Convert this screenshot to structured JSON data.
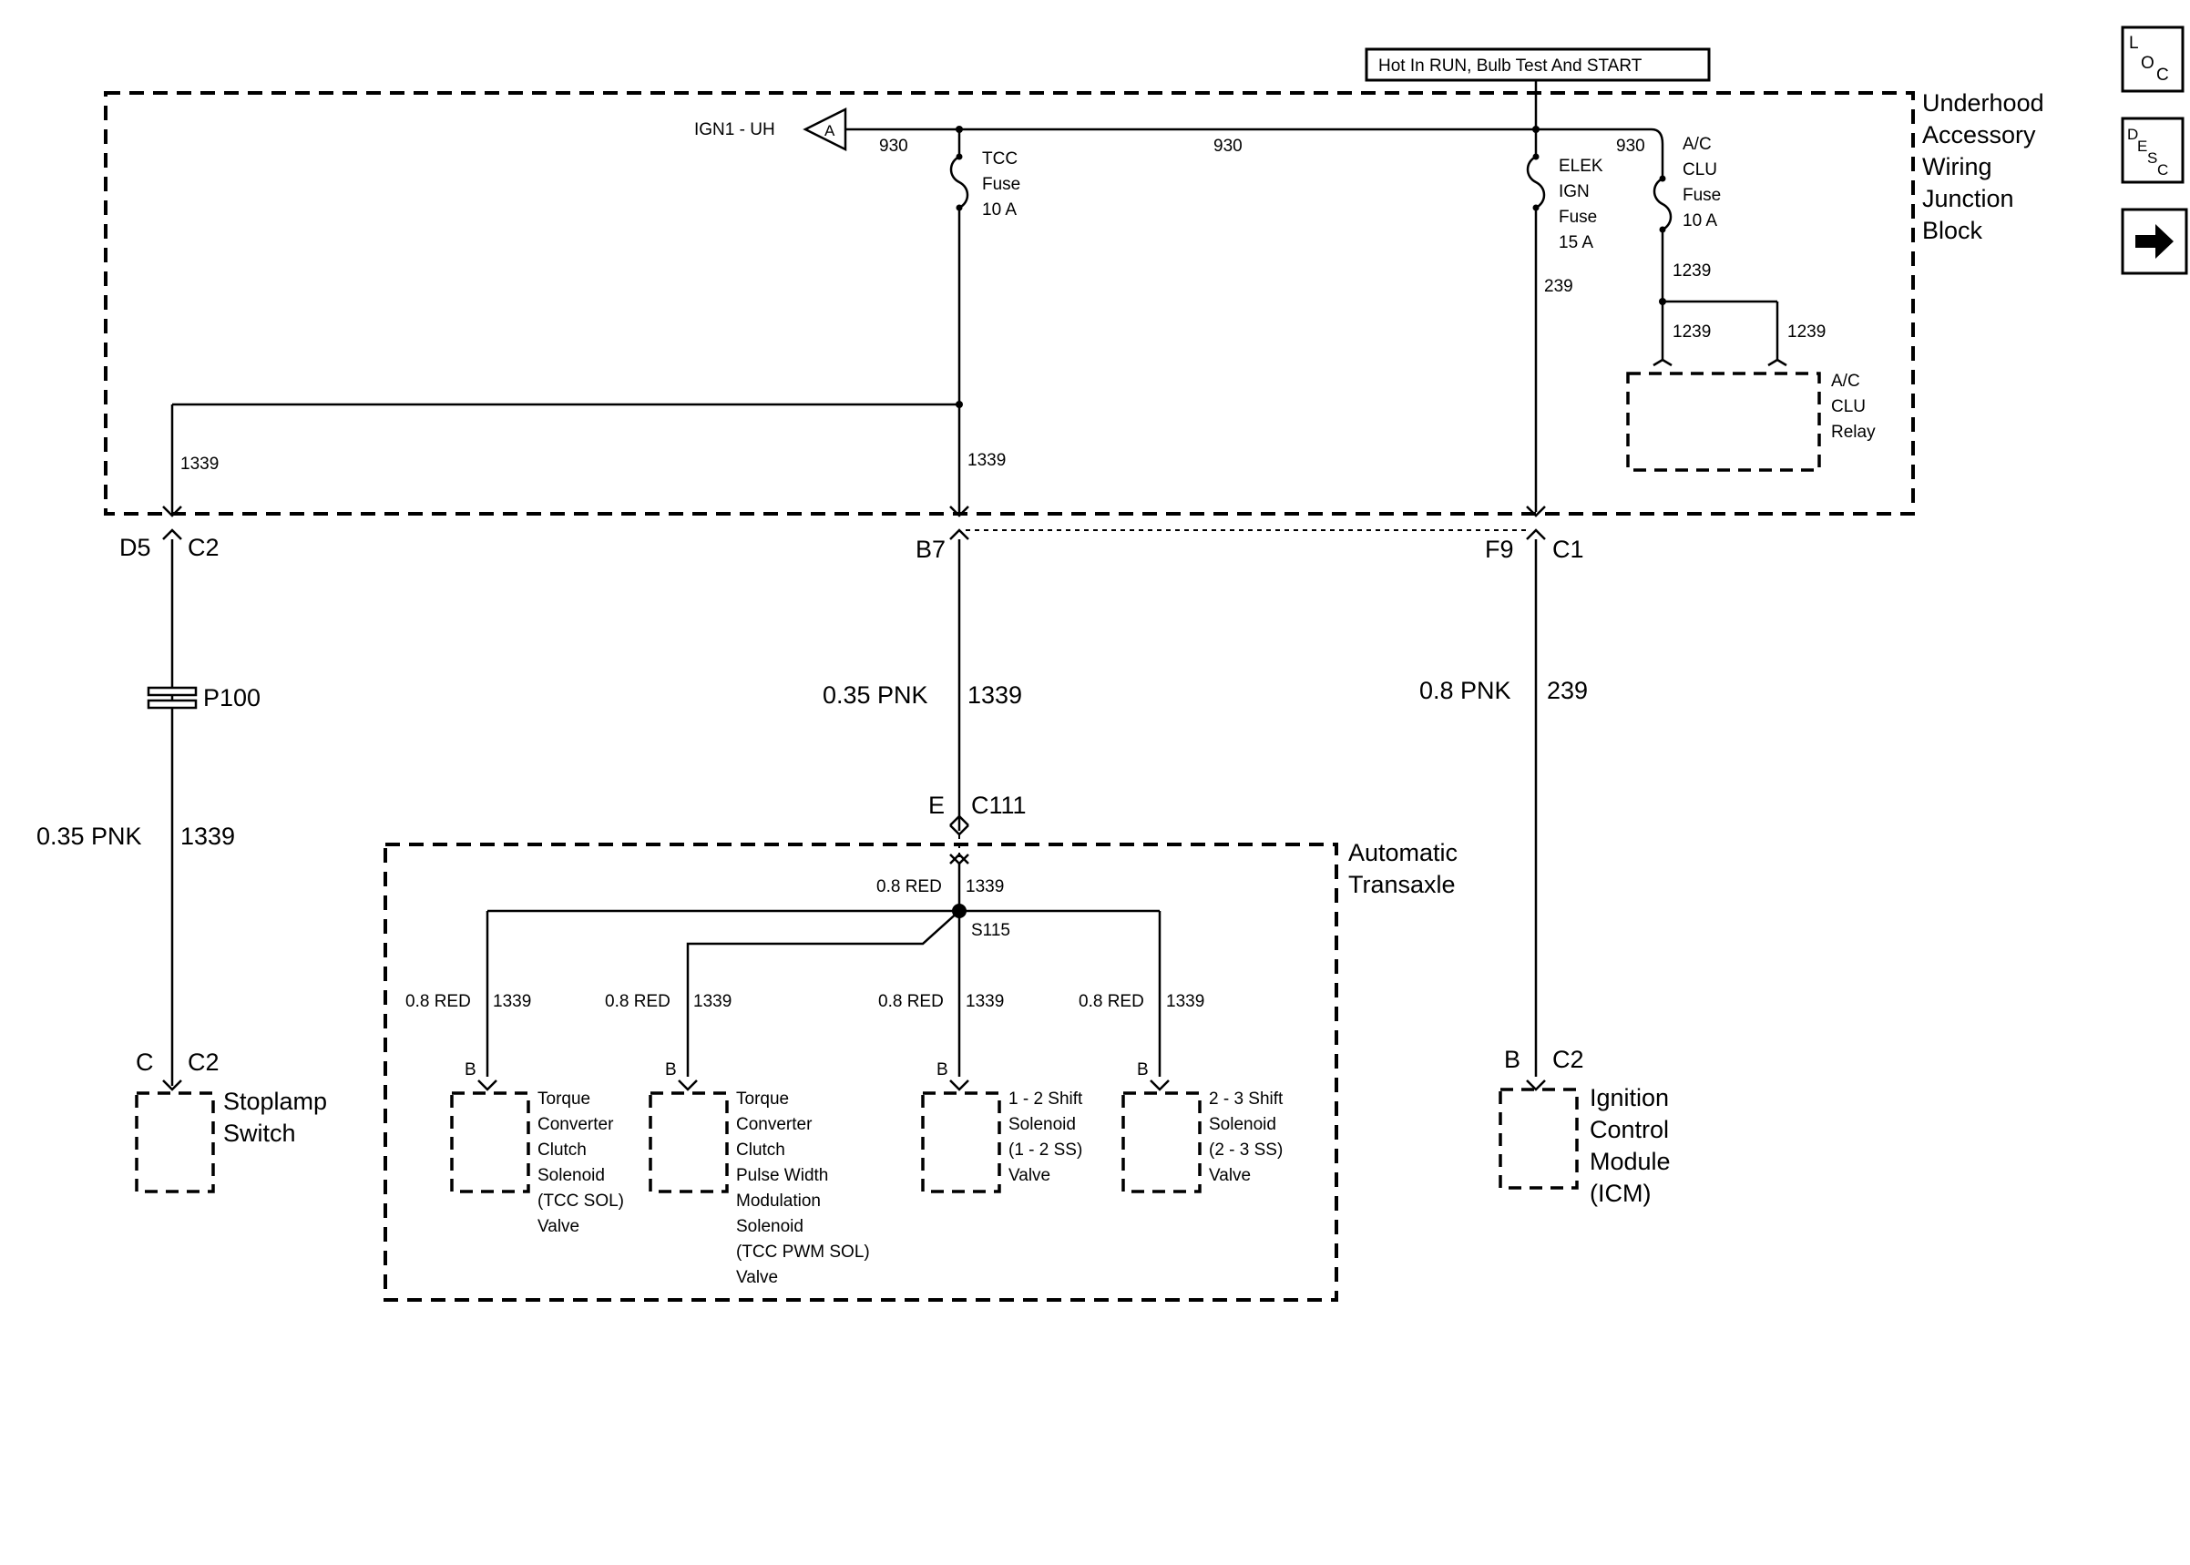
{
  "supply": {
    "label": "Hot In RUN, Bulb Test And START"
  },
  "blocks": {
    "junction_block": [
      "Underhood",
      "Accessory",
      "Wiring",
      "Junction",
      "Block"
    ],
    "transaxle": [
      "Automatic",
      "Transaxle"
    ]
  },
  "ign1": {
    "label": "IGN1 - UH",
    "ref": "A"
  },
  "wires": {
    "w930_a": "930",
    "w930_b": "930",
    "w930_c": "930",
    "w239_inner": "239",
    "w1239_a": "1239",
    "w1239_b": "1239",
    "w1239_c": "1239",
    "w1339_left": "1339",
    "w1339_mid": "1339",
    "left_color": "0.35 PNK",
    "left_circuit": "1339",
    "mid_color": "0.35 PNK",
    "mid_circuit": "1339",
    "right_color": "0.8 PNK",
    "right_circuit": "239",
    "red_top": "0.8 RED",
    "red_top_circuit": "1339",
    "branch1_color": "0.8 RED",
    "branch1_circuit": "1339",
    "branch2_color": "0.8 RED",
    "branch2_circuit": "1339",
    "branch3_color": "0.8 RED",
    "branch3_circuit": "1339",
    "branch4_color": "0.8 RED",
    "branch4_circuit": "1339"
  },
  "fuses": {
    "tcc": [
      "TCC",
      "Fuse",
      "10 A"
    ],
    "elek": [
      "ELEK",
      "IGN",
      "Fuse",
      "15 A"
    ],
    "ac": [
      "A/C",
      "CLU",
      "Fuse",
      "10 A"
    ]
  },
  "relay": [
    "A/C",
    "CLU",
    "Relay"
  ],
  "connectors": {
    "d5": "D5",
    "c2_left": "C2",
    "b7": "B7",
    "f9": "F9",
    "c1": "C1",
    "p100": "P100",
    "e": "E",
    "c111": "C111",
    "s115": "S115",
    "stop_pin": "C",
    "stop_conn": "C2",
    "icm_pin": "B",
    "icm_conn": "C2",
    "pin_b1": "B",
    "pin_b2": "B",
    "pin_b3": "B",
    "pin_b4": "B"
  },
  "components": {
    "stoplamp": [
      "Stoplamp",
      "Switch"
    ],
    "icm": [
      "Ignition",
      "Control",
      "Module",
      "(ICM)"
    ],
    "tcc_sol": [
      "Torque",
      "Converter",
      "Clutch",
      "Solenoid",
      "(TCC SOL)",
      "Valve"
    ],
    "tcc_pwm": [
      "Torque",
      "Converter",
      "Clutch",
      "Pulse Width",
      "Modulation",
      "Solenoid",
      "(TCC PWM SOL)",
      "Valve"
    ],
    "ss12": [
      "1 - 2 Shift",
      "Solenoid",
      "(1 - 2 SS)",
      "Valve"
    ],
    "ss23": [
      "2 - 3 Shift",
      "Solenoid",
      "(2 - 3 SS)",
      "Valve"
    ]
  },
  "nav": {
    "loc": {
      "main": "L",
      "sub1": "O",
      "sub2": "C"
    },
    "desc": {
      "main": "D",
      "sub1": "E",
      "sub2": "S",
      "sub3": "C"
    },
    "next_icon": "arrow-right-icon"
  }
}
